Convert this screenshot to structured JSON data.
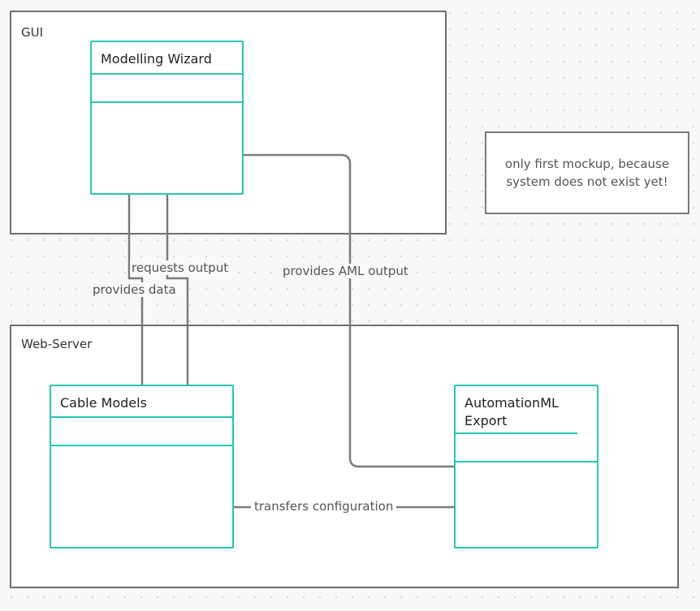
{
  "frames": {
    "gui": {
      "label": "GUI"
    },
    "web_server": {
      "label": "Web-Server"
    }
  },
  "classes": {
    "modelling_wizard": {
      "title": "Modelling Wizard"
    },
    "cable_models": {
      "title": "Cable Models"
    },
    "automationml_export": {
      "title": "AutomationML Export"
    }
  },
  "note": {
    "text": "only first mockup, because system does not exist yet!"
  },
  "edges": {
    "requests_output": "requests output",
    "provides_data": "provides data",
    "provides_aml_output": "provides AML output",
    "transfers_configuration": "transfers configuration"
  },
  "colors": {
    "class_border": "#26c6b5",
    "frame_border": "#6f6f6f",
    "connector": "#7b7b7b"
  }
}
